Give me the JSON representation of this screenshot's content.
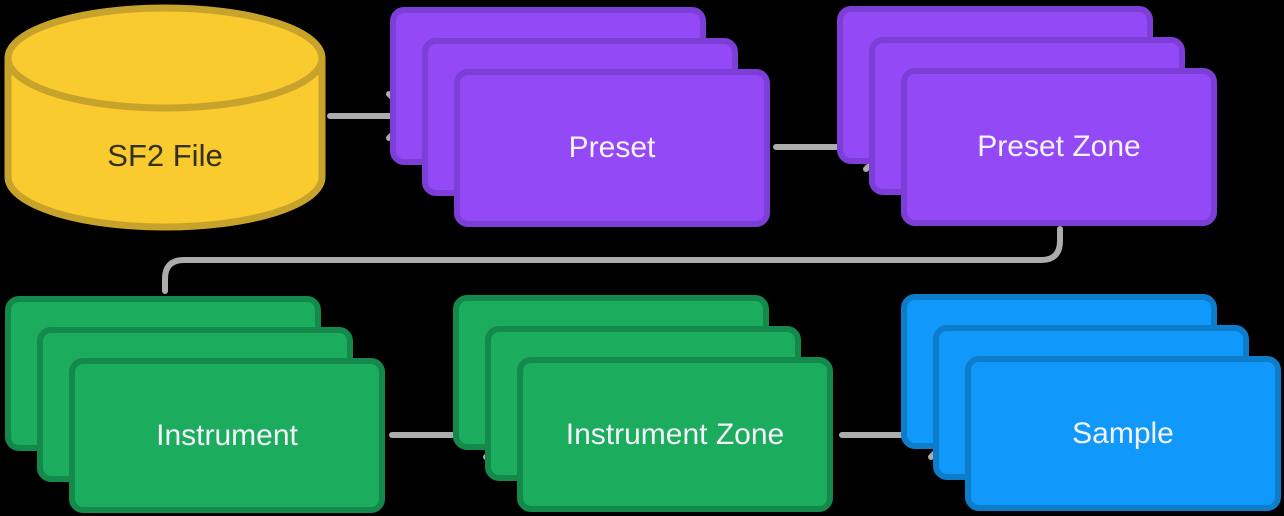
{
  "diagram": {
    "description": "SF2 file structure flow diagram",
    "nodes": {
      "sf2_file": {
        "label": "SF2 File",
        "shape": "database-cylinder",
        "color": "#FACB2F"
      },
      "preset": {
        "label": "Preset",
        "shape": "stacked-cards",
        "stack_count": 3,
        "color": "#9349F6"
      },
      "preset_zone": {
        "label": "Preset Zone",
        "shape": "stacked-cards",
        "stack_count": 3,
        "color": "#9349F6"
      },
      "instrument": {
        "label": "Instrument",
        "shape": "stacked-cards",
        "stack_count": 3,
        "color": "#1BAC5D"
      },
      "instrument_zone": {
        "label": "Instrument Zone",
        "shape": "stacked-cards",
        "stack_count": 3,
        "color": "#1BAC5D"
      },
      "sample": {
        "label": "Sample",
        "shape": "stacked-cards",
        "stack_count": 3,
        "color": "#1099FB"
      }
    },
    "edges": [
      {
        "from": "SF2 File",
        "to": "Preset",
        "style": "arrow"
      },
      {
        "from": "Preset",
        "to": "Preset Zone",
        "style": "arrow"
      },
      {
        "from": "Preset Zone",
        "to": "Instrument",
        "style": "curved-line"
      },
      {
        "from": "Instrument",
        "to": "Instrument Zone",
        "style": "arrow"
      },
      {
        "from": "Instrument Zone",
        "to": "Sample",
        "style": "arrow"
      }
    ]
  },
  "colors": {
    "bg": "#000000",
    "yellow_fill": "#FACB2F",
    "yellow_border": "#C8A32C",
    "purple_fill": "#9349F6",
    "purple_border": "#7C3ED6",
    "green_fill": "#1BAC5D",
    "green_border": "#13894B",
    "blue_fill": "#1099FB",
    "blue_border": "#0D7CCB",
    "arrow": "#ACACAC",
    "label_light": "#F5F3FA",
    "label_dark": "#33301C"
  }
}
